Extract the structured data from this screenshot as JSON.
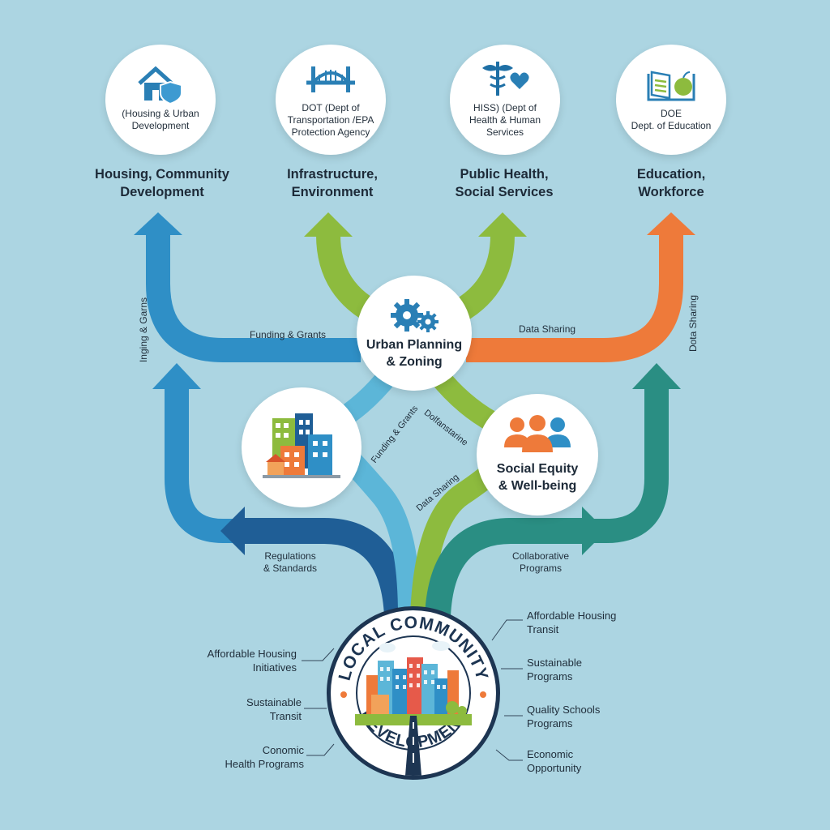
{
  "agencies": [
    {
      "id": "hud",
      "lines": [
        "(Housing & Urban",
        "Development"
      ],
      "title": [
        "Housing, Community",
        "Development"
      ],
      "icon": "house-shield-icon"
    },
    {
      "id": "dot",
      "lines": [
        "DOT (Dept of",
        "Transportation /EPA",
        "Protection Agency"
      ],
      "title": [
        "Infrastructure,",
        "Environment"
      ],
      "icon": "bridge-icon"
    },
    {
      "id": "hhs",
      "lines": [
        "HISS) (Dept of",
        "Health & Human",
        "Services"
      ],
      "title": [
        "Public Health,",
        "Social Services"
      ],
      "icon": "caduceus-heart-icon"
    },
    {
      "id": "doe",
      "lines": [
        "DOE",
        "Dept. of Education"
      ],
      "title": [
        "Education,",
        "Workforce"
      ],
      "icon": "book-apple-icon"
    }
  ],
  "hubs": {
    "urban_planning": [
      "Urban Planning",
      "& Zoning"
    ],
    "social_equity": [
      "Social Equity",
      "& Well-being"
    ]
  },
  "flow_labels": {
    "funding_grants_left": "Funding & Grants",
    "data_sharing_right": "Data Sharing",
    "side_left": "Inging & Garns",
    "side_right": "Dota Sharing",
    "funding_grants_center": "Funding & Grants",
    "data_sharing_center": "Dolfanstarine",
    "data_sharing_lower": "Data Sharing",
    "regulations": [
      "Regulations",
      "& Standards"
    ],
    "collaborative": [
      "Collaborative",
      "Programs"
    ]
  },
  "emblem": {
    "top_text": "LOCAL COMMUNITY",
    "bottom_text": "DEVELOPMENT"
  },
  "outcomes_left": [
    [
      "Affordable Housing",
      "Initiatives"
    ],
    [
      "Sustainable",
      "Transit"
    ],
    [
      "Conomic",
      "Health Programs"
    ]
  ],
  "outcomes_right": [
    [
      "Affordable Housing",
      "Transit"
    ],
    [
      "Sustainable",
      "Programs"
    ],
    [
      "Quality Schools",
      "Programs"
    ],
    [
      "Economic",
      "Opportunity"
    ]
  ],
  "colors": {
    "background": "#acd5e2",
    "blue": "#2f8fc6",
    "dark_blue": "#1f5e96",
    "light_blue": "#5cb6d8",
    "green": "#8dbb3e",
    "orange": "#ee7a3a",
    "teal": "#2a8e83",
    "navy": "#1d3552"
  }
}
